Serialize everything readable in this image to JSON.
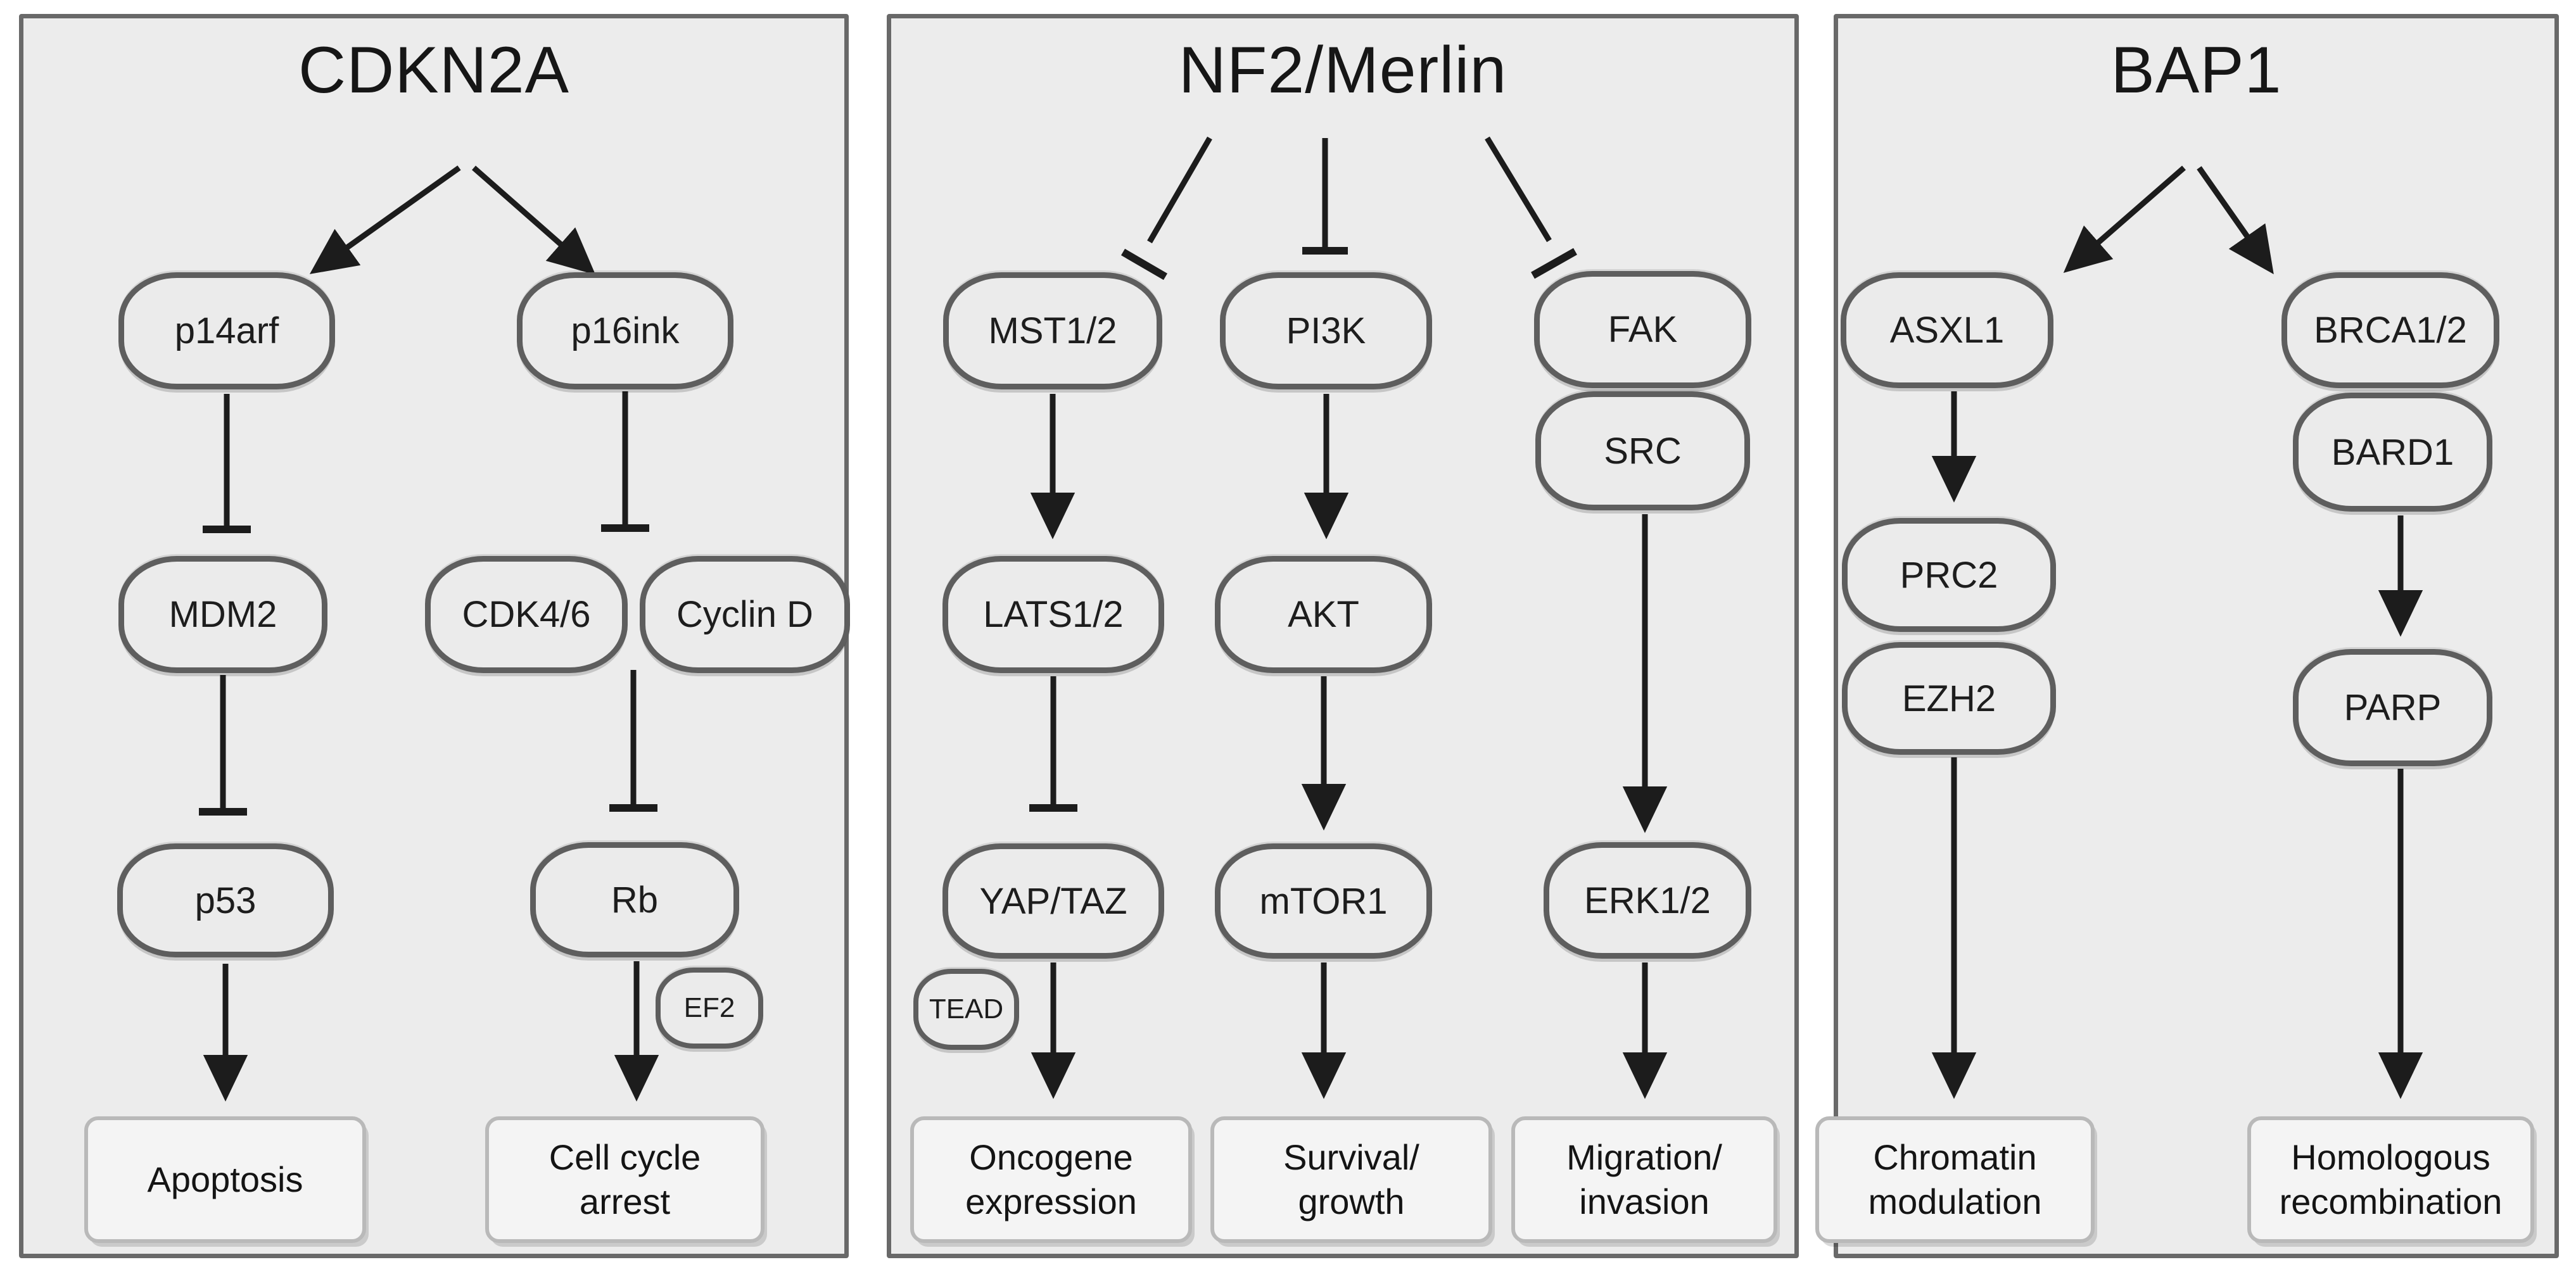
{
  "colors": {
    "page_bg": "#ffffff",
    "panel_bg": "#ececec",
    "panel_border": "#696969",
    "node_fill": "#ebebeb",
    "node_border": "#5e5e5e",
    "box_fill": "#f4f4f4",
    "box_border": "#b9b9b9",
    "edge": "#1c1c1c",
    "text": "#1d1d1d"
  },
  "panels": [
    {
      "title": "CDKN2A",
      "nodes": {
        "p14arf": "p14arf",
        "p16ink": "p16ink",
        "mdm2": "MDM2",
        "cdk46": "CDK4/6",
        "cyclind": "Cyclin D",
        "p53": "p53",
        "rb": "Rb",
        "ef2": "EF2"
      },
      "outputs": {
        "apoptosis": "Apoptosis",
        "cellcycle": "Cell cycle\narrest"
      },
      "edges": [
        {
          "from": "CDKN2A",
          "to": "p14arf",
          "effect": "activate"
        },
        {
          "from": "CDKN2A",
          "to": "p16ink",
          "effect": "activate"
        },
        {
          "from": "p14arf",
          "to": "MDM2",
          "effect": "inhibit"
        },
        {
          "from": "p16ink",
          "to": "CDK4/6",
          "effect": "inhibit"
        },
        {
          "from": "MDM2",
          "to": "p53",
          "effect": "inhibit"
        },
        {
          "from": "CDK4/6 + Cyclin D",
          "to": "Rb",
          "effect": "inhibit"
        },
        {
          "from": "p53",
          "to": "Apoptosis",
          "effect": "activate"
        },
        {
          "from": "Rb",
          "to": "Cell cycle arrest",
          "effect": "activate",
          "via": "EF2"
        }
      ]
    },
    {
      "title": "NF2/Merlin",
      "nodes": {
        "mst12": "MST1/2",
        "pi3k": "PI3K",
        "fak": "FAK",
        "src": "SRC",
        "lats12": "LATS1/2",
        "akt": "AKT",
        "yaptaz": "YAP/TAZ",
        "mtor1": "mTOR1",
        "erk12": "ERK1/2",
        "tead": "TEAD"
      },
      "outputs": {
        "oncogene": "Oncogene\nexpression",
        "survival": "Survival/\ngrowth",
        "migration": "Migration/\ninvasion"
      },
      "edges": [
        {
          "from": "NF2/Merlin",
          "to": "MST1/2",
          "effect": "inhibit"
        },
        {
          "from": "NF2/Merlin",
          "to": "PI3K",
          "effect": "inhibit"
        },
        {
          "from": "NF2/Merlin",
          "to": "FAK",
          "effect": "inhibit"
        },
        {
          "from": "MST1/2",
          "to": "LATS1/2",
          "effect": "activate"
        },
        {
          "from": "PI3K",
          "to": "AKT",
          "effect": "activate"
        },
        {
          "from": "LATS1/2",
          "to": "YAP/TAZ",
          "effect": "inhibit"
        },
        {
          "from": "AKT",
          "to": "mTOR1",
          "effect": "activate"
        },
        {
          "from": "SRC",
          "to": "ERK1/2",
          "effect": "activate"
        },
        {
          "from": "YAP/TAZ",
          "to": "Oncogene expression",
          "effect": "activate",
          "via": "TEAD"
        },
        {
          "from": "mTOR1",
          "to": "Survival/growth",
          "effect": "activate"
        },
        {
          "from": "ERK1/2",
          "to": "Migration/invasion",
          "effect": "activate"
        }
      ]
    },
    {
      "title": "BAP1",
      "nodes": {
        "asxl1": "ASXL1",
        "brca12": "BRCA1/2",
        "bard1": "BARD1",
        "prc2": "PRC2",
        "ezh2": "EZH2",
        "parp": "PARP"
      },
      "outputs": {
        "chromatin": "Chromatin\nmodulation",
        "homologous": "Homologous\nrecombination"
      },
      "edges": [
        {
          "from": "BAP1",
          "to": "ASXL1",
          "effect": "activate"
        },
        {
          "from": "BAP1",
          "to": "BRCA1/2",
          "effect": "activate"
        },
        {
          "from": "ASXL1",
          "to": "PRC2",
          "effect": "activate"
        },
        {
          "from": "BARD1",
          "to": "PARP",
          "effect": "activate"
        },
        {
          "from": "EZH2",
          "to": "Chromatin modulation",
          "effect": "activate"
        },
        {
          "from": "PARP",
          "to": "Homologous recombination",
          "effect": "activate"
        }
      ]
    }
  ]
}
